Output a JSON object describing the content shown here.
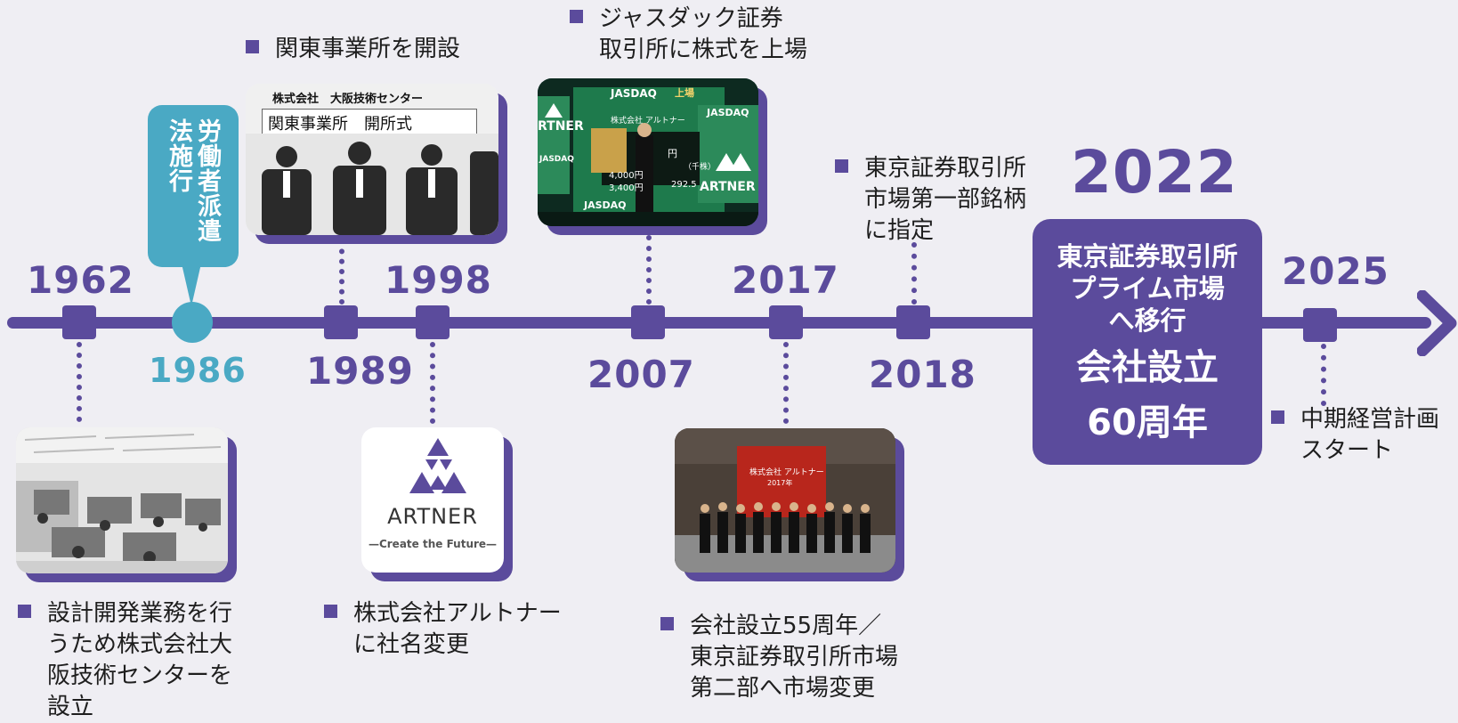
{
  "timeline": {
    "years": {
      "y1962": "1962",
      "y1986": "1986",
      "y1989": "1989",
      "y1998": "1998",
      "y2007": "2007",
      "y2017": "2017",
      "y2018": "2018",
      "y2022": "2022",
      "y2025": "2025"
    },
    "events": {
      "e1962": [
        "設計開発業務を行",
        "うため株式会社大",
        "阪技術センターを",
        "設立"
      ],
      "e1986": "労働者派遣法施行",
      "e1989": "関東事業所を開設",
      "e1998": [
        "株式会社アルトナー",
        "に社名変更"
      ],
      "e2007": [
        "ジャスダック証券",
        "取引所に株式を上場"
      ],
      "e2017": [
        "会社設立55周年／",
        "東京証券取引所市場",
        "第二部へ市場変更"
      ],
      "e2018": [
        "東京証券取引所",
        "市場第一部銘柄",
        "に指定"
      ],
      "e2022": {
        "line1": "東京証券取引所",
        "line2": "プライム市場",
        "line3": "へ移行",
        "line4": "会社設立",
        "line5": "60周年"
      },
      "e2025": [
        "中期経営計画",
        "スタート"
      ]
    }
  },
  "photos": {
    "p1989": {
      "line1": "株式会社　大阪技術センター",
      "line2": "関東事業所　開所式"
    },
    "p2007": {
      "logo1": "JASDAQ",
      "logo2": "JASDAQ",
      "logo3": "JASDAQ",
      "logo4": "JASDAQ",
      "brand1": "ARTNER",
      "brand2": "RTNER",
      "board_title": "上場",
      "board_company": "株式会社 アルトナー",
      "price1": "円",
      "price2": "（千株）",
      "price3": "4,000円",
      "price4": "3,400円",
      "price5": "292.5"
    },
    "p2017": {
      "screen1": "株式会社 アルトナー",
      "screen2": "2017年"
    }
  },
  "logo": {
    "name": "ARTNER",
    "tagline": "—Create the Future—"
  },
  "colors": {
    "primary": "#5b4b9c",
    "accent": "#4aa9c4",
    "background": "#efeef3"
  }
}
